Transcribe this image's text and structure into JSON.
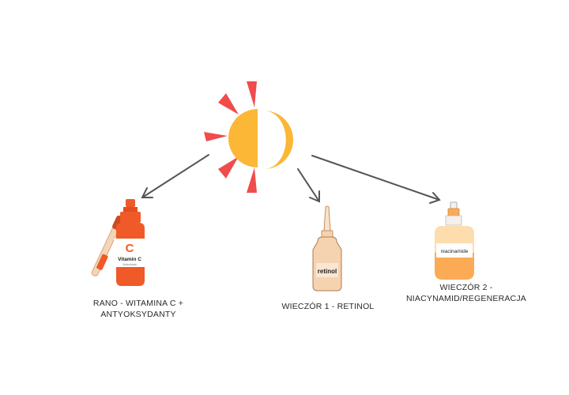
{
  "diagram": {
    "center_icon": "sun-moon-icon",
    "items": [
      {
        "icon": "vitamin-c-serum-bottle-icon",
        "bottle_label": "Vitamin C",
        "bottle_letter": "C",
        "bottle_sublabel": "Antioxidant",
        "caption": "RANO - WITAMINA C +\nANTYOKSYDANTY"
      },
      {
        "icon": "retinol-bottle-icon",
        "bottle_label": "retinol",
        "caption": "WIECZÓR 1 - RETINOL"
      },
      {
        "icon": "niacinamide-bottle-icon",
        "bottle_label": "niacinamide",
        "caption": "WIECZÓR 2 -\nNIACYNAMID/REGENERACJA"
      }
    ],
    "colors": {
      "sun": "#fbb735",
      "rays": "#f04c4c",
      "moon": "#fbb735",
      "arrow": "#555555",
      "vitc_bottle": "#f05a28",
      "retinol_bottle": "#f6d3b0",
      "niacinamide_top": "#fddcae",
      "niacinamide_bottom": "#fbab55"
    }
  }
}
